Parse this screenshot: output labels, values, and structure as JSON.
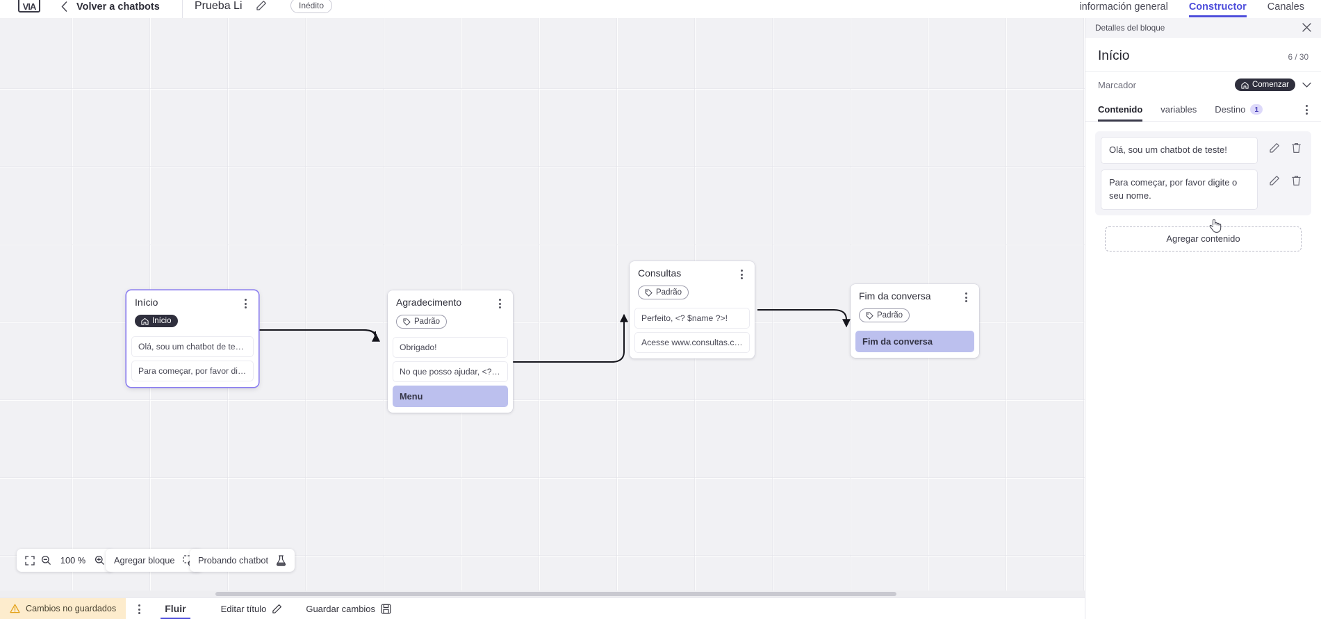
{
  "topbar": {
    "logo_icon": "app-logo-icon",
    "back_chevron_icon": "chevron-left-icon",
    "back_label": "Volver a chatbots",
    "bot_title": "Prueba Li",
    "edit_icon": "pencil-icon",
    "status_badge": "Inédito",
    "tabs": [
      {
        "label": "información general",
        "active": false
      },
      {
        "label": "Constructor",
        "active": true
      },
      {
        "label": "Canales",
        "active": false
      }
    ]
  },
  "canvas": {
    "nodes": [
      {
        "title": "Início",
        "badge": {
          "label": "Início",
          "style": "dark",
          "icon": "home-icon"
        },
        "messages": [
          {
            "text": "Olá, sou um chatbot de teste!",
            "style": "plain"
          },
          {
            "text": "Para começar, por favor digite o ...",
            "style": "plain"
          }
        ],
        "selected": true
      },
      {
        "title": "Agradecimento",
        "badge": {
          "label": "Padrão",
          "style": "outline",
          "icon": "tag-icon"
        },
        "messages": [
          {
            "text": "Obrigado!",
            "style": "plain"
          },
          {
            "text": "No que posso ajudar, <? $name ...",
            "style": "plain"
          },
          {
            "text": "Menu",
            "style": "accent"
          }
        ],
        "selected": false
      },
      {
        "title": "Consultas",
        "badge": {
          "label": "Padrão",
          "style": "outline",
          "icon": "tag-icon"
        },
        "messages": [
          {
            "text": "Perfeito, <? $name ?>!",
            "style": "plain"
          },
          {
            "text": "Acesse www.consultas.com par...",
            "style": "plain"
          }
        ],
        "selected": false
      },
      {
        "title": "Fim da conversa",
        "badge": {
          "label": "Padrão",
          "style": "outline",
          "icon": "tag-icon"
        },
        "messages": [
          {
            "text": "Fim da conversa",
            "style": "accent"
          }
        ],
        "selected": false
      }
    ],
    "toolbar": {
      "fit_icon": "fit-screen-icon",
      "zoom_out_icon": "zoom-out-icon",
      "zoom_level": "100 %",
      "zoom_in_icon": "zoom-in-icon",
      "add_block_label": "Agregar bloque",
      "add_block_icon": "add-block-icon",
      "test_chatbot_label": "Probando chatbot",
      "test_chatbot_icon": "flask-icon"
    }
  },
  "statusbar": {
    "unsaved_icon": "warning-triangle-icon",
    "unsaved_label": "Cambios no guardados",
    "kebab_icon": "kebab-menu-icon",
    "flow_tab": "Fluir",
    "edit_title_label": "Editar título",
    "edit_title_icon": "pencil-icon",
    "save_label": "Guardar cambios",
    "save_icon": "save-disk-icon"
  },
  "panel": {
    "header_title": "Detalles del bloque",
    "close_icon": "close-icon",
    "block_title": "Início",
    "counter": "6 / 30",
    "marcador_label": "Marcador",
    "marcador_badge": "Comenzar",
    "marcador_badge_icon": "home-icon",
    "marcador_chevron_icon": "chevron-down-icon",
    "tabs": [
      {
        "label": "Contenido",
        "active": true,
        "badge": null
      },
      {
        "label": "variables",
        "active": false,
        "badge": null
      },
      {
        "label": "Destino",
        "active": false,
        "badge": "1"
      }
    ],
    "tabs_kebab_icon": "kebab-menu-icon",
    "content_items": [
      {
        "text": "Olá, sou um chatbot de teste!",
        "edit_icon": "pencil-icon",
        "delete_icon": "trash-icon"
      },
      {
        "text": "Para começar, por favor digite o seu nome.",
        "edit_icon": "pencil-icon",
        "delete_icon": "trash-icon"
      }
    ],
    "add_content_label": "Agregar contenido",
    "cursor_icon": "pointer-hand-cursor"
  },
  "colors": {
    "accent": "#4d4ddb",
    "node_selected": "#8a7df0",
    "message_accent": "#bcc0ee",
    "badge_dark": "#2f2f3d",
    "unsaved_bg": "#fdeccd",
    "canvas_bg": "#f1f1f4"
  }
}
